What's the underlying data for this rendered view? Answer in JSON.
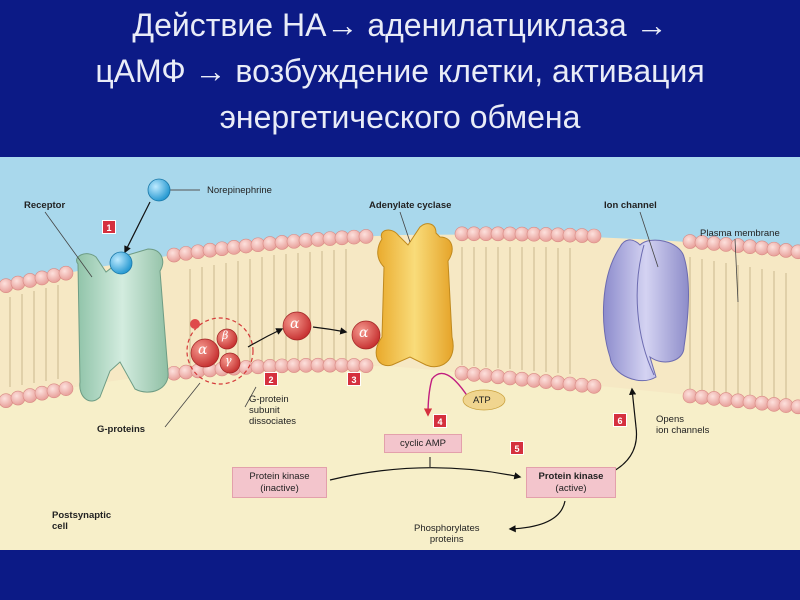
{
  "title": {
    "line1": "Действие НА→ аденилатциклаза →",
    "line2": "цАМФ → возбуждение клетки, активация",
    "line3": "энергетического обмена"
  },
  "labels": {
    "receptor": "Receptor",
    "norepinephrine": "Norepinephrine",
    "adenylate_cyclase": "Adenylate cyclase",
    "ion_channel": "Ion channel",
    "plasma_membrane": "Plasma membrane",
    "g_proteins": "G-proteins",
    "g_protein_dissociates": [
      "G-protein",
      "subunit",
      "dissociates"
    ],
    "atp": "ATP",
    "cyclic_amp": "cyclic AMP",
    "opens_ion_channels": [
      "Opens",
      "ion channels"
    ],
    "protein_kinase_inactive": [
      "Protein kinase",
      "(inactive)"
    ],
    "protein_kinase_active": [
      "Protein kinase",
      "(active)"
    ],
    "phosphorylates_proteins": [
      "Phosphorylates",
      "proteins"
    ],
    "postsynaptic_cell": [
      "Postsynaptic",
      "cell"
    ]
  },
  "greek": {
    "alpha": "α",
    "beta": "β",
    "gamma": "γ"
  },
  "steps": [
    "1",
    "2",
    "3",
    "4",
    "5",
    "6"
  ],
  "colors": {
    "background": "#0c1a86",
    "extracellular": "#a9d8ec",
    "cytoplasm": "#f7efc9",
    "lipid_head": "#f2b9b4",
    "receptor": "#b9dcc8",
    "adenylate_cyclase": "#f3c74a",
    "ion_channel": "#b3b2e3",
    "g_protein": "#df4b4b",
    "step_badge": "#d5303e"
  }
}
